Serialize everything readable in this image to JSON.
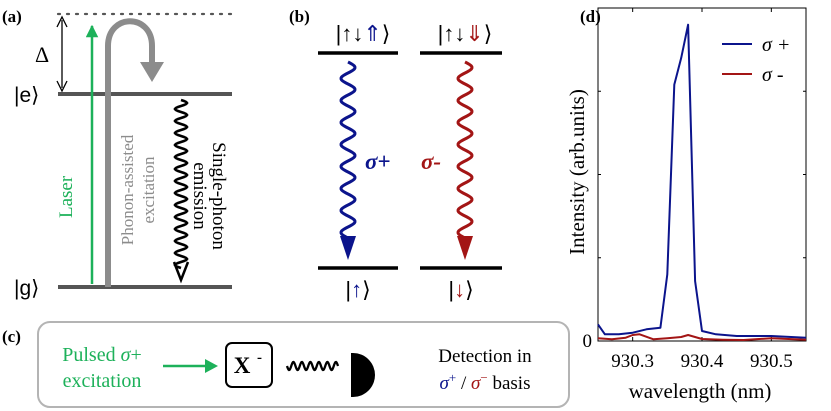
{
  "colors": {
    "laser": "#1db15a",
    "phonon": "#8c8c8c",
    "level": "#555555",
    "sigma_plus": "#0b148c",
    "sigma_minus": "#a31515",
    "frame": "#b4b4b4"
  },
  "panel_a": {
    "label": "(a)",
    "delta": "Δ",
    "excited_state": "|e⟩",
    "ground_state": "|g⟩",
    "laser": "Laser",
    "phonon_line1": "Phonon-assisted",
    "phonon_line2": "excitation",
    "emission_line1": "Single-photon",
    "emission_line2": "emission"
  },
  "panel_b": {
    "label": "(b)",
    "state_up": "|↑↓⇑⟩",
    "state_down": "|↑↓⇓⟩",
    "ground_up": "|↑⟩",
    "ground_down": "|↓⟩",
    "sigma_plus": "σ+",
    "sigma_minus": "σ-"
  },
  "panel_c": {
    "label": "(c)",
    "pulsed_line1": "Pulsed σ+",
    "pulsed_line2": "excitation",
    "trion": "X",
    "trion_charge": "-",
    "detection_line1": "Detection in",
    "basis_plus": "σ",
    "basis_plus_sup": "+",
    "basis_sep": " / ",
    "basis_minus": "σ",
    "basis_minus_sup": "−",
    "basis_word": " basis"
  },
  "panel_d": {
    "label": "(d)"
  },
  "chart_data": {
    "type": "line",
    "xlabel": "wavelength (nm)",
    "ylabel": "Intensity (arb.units)",
    "xlim": [
      930.25,
      930.55
    ],
    "ylim": [
      0,
      1
    ],
    "xticks": [
      930.3,
      930.4,
      930.5
    ],
    "xtick_labels": [
      "930.3",
      "930.4",
      "930.5"
    ],
    "yticks": [
      0
    ],
    "ytick_labels": [
      "0"
    ],
    "legend_position": "top-right",
    "series": [
      {
        "name": "σ +",
        "color": "#0b148c",
        "x": [
          930.25,
          930.26,
          930.28,
          930.3,
          930.32,
          930.34,
          930.35,
          930.36,
          930.37,
          930.38,
          930.39,
          930.4,
          930.42,
          930.45,
          930.5,
          930.55
        ],
        "y": [
          0.05,
          0.02,
          0.02,
          0.025,
          0.035,
          0.04,
          0.2,
          0.77,
          0.85,
          0.95,
          0.18,
          0.03,
          0.02,
          0.015,
          0.015,
          0.01
        ]
      },
      {
        "name": "σ -",
        "color": "#a31515",
        "x": [
          930.25,
          930.27,
          930.29,
          930.3,
          930.31,
          930.33,
          930.35,
          930.37,
          930.38,
          930.4,
          930.43,
          930.46,
          930.5,
          930.55
        ],
        "y": [
          0.008,
          0.005,
          0.01,
          0.018,
          0.02,
          0.005,
          0.008,
          0.012,
          0.018,
          0.006,
          0.004,
          0.003,
          0.008,
          0.004
        ]
      }
    ]
  }
}
